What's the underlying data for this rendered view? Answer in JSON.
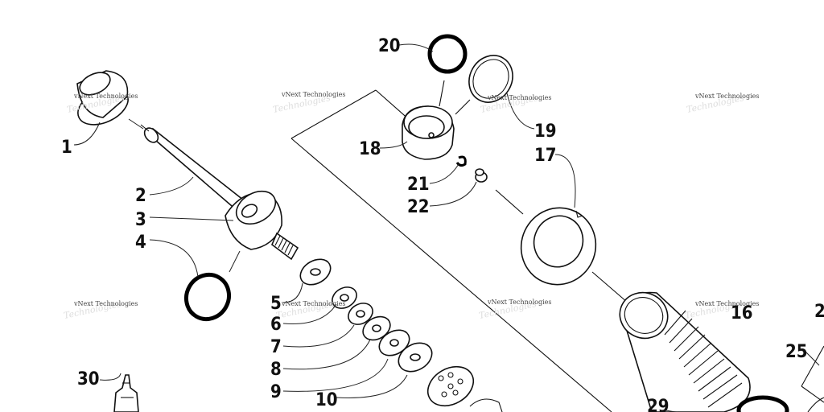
{
  "diagram": {
    "callouts": [
      {
        "id": "1",
        "text": "1"
      },
      {
        "id": "2",
        "text": "2"
      },
      {
        "id": "3",
        "text": "3"
      },
      {
        "id": "4",
        "text": "4"
      },
      {
        "id": "5",
        "text": "5"
      },
      {
        "id": "6",
        "text": "6"
      },
      {
        "id": "7",
        "text": "7"
      },
      {
        "id": "8",
        "text": "8"
      },
      {
        "id": "9",
        "text": "9"
      },
      {
        "id": "10",
        "text": "10"
      },
      {
        "id": "16",
        "text": "16"
      },
      {
        "id": "17",
        "text": "17"
      },
      {
        "id": "18",
        "text": "18"
      },
      {
        "id": "19",
        "text": "19"
      },
      {
        "id": "20",
        "text": "20"
      },
      {
        "id": "21",
        "text": "21"
      },
      {
        "id": "22",
        "text": "22"
      },
      {
        "id": "25",
        "text": "25"
      },
      {
        "id": "29",
        "text": "29"
      },
      {
        "id": "30",
        "text": "30"
      },
      {
        "id": "2x",
        "text": "2"
      }
    ],
    "watermark": "vNext Technologies"
  }
}
